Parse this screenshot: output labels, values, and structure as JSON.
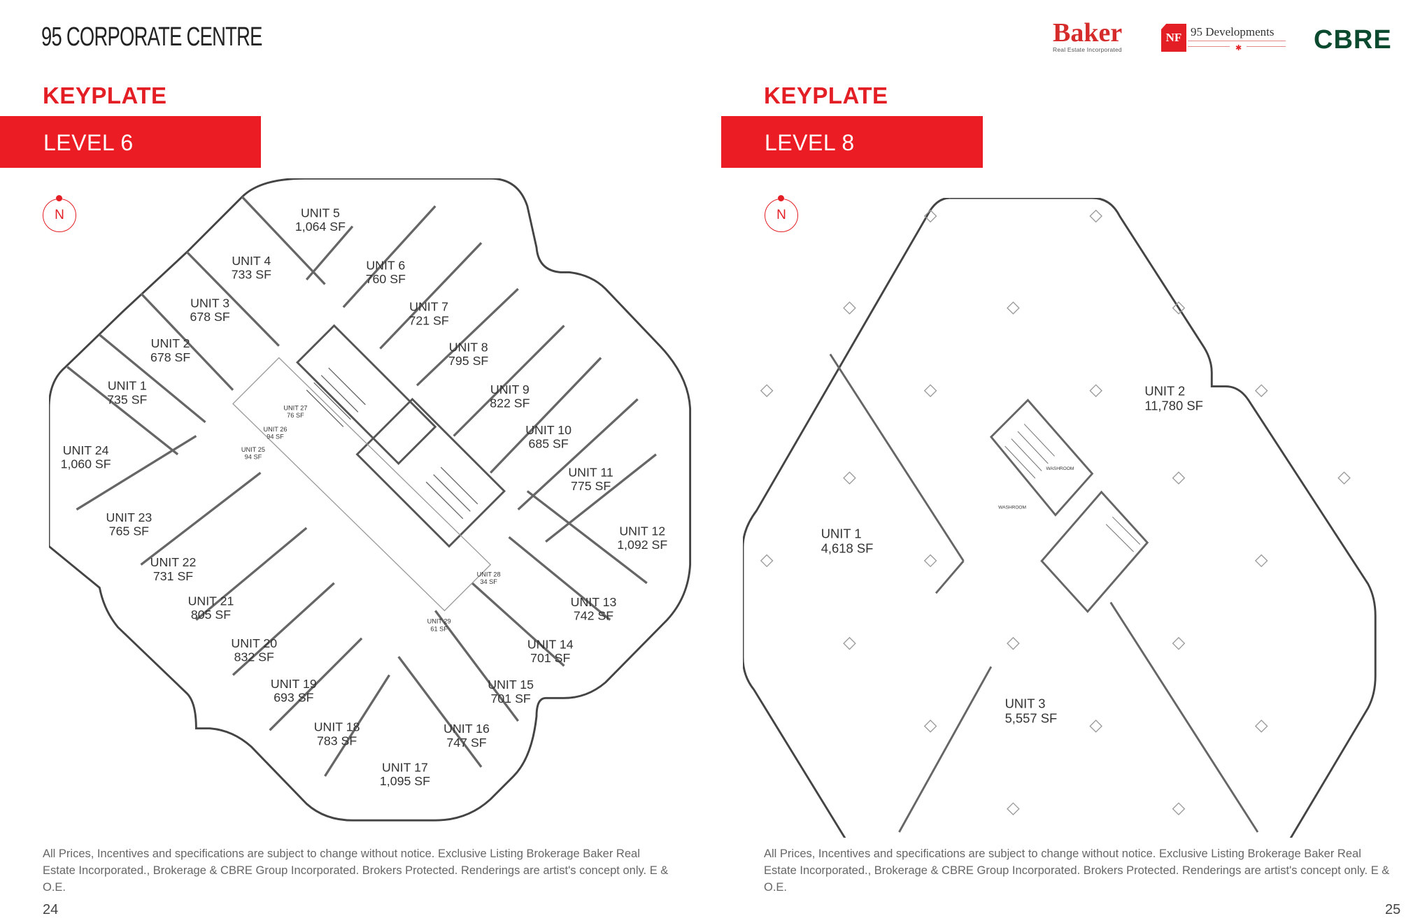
{
  "header": {
    "document_title": "95 CORPORATE CENTRE",
    "logos": {
      "baker": {
        "name": "Baker",
        "subtitle": "Real Estate Incorporated"
      },
      "nf": {
        "mark": "NF",
        "name": "95 Developments"
      },
      "cbre": {
        "name": "CBRE"
      }
    }
  },
  "colors": {
    "accent": "#ec1c24",
    "cbre_green": "#0b4a2e",
    "text": "#222222",
    "footer_text": "#666666"
  },
  "pages": [
    {
      "section_label": "KEYPLATE",
      "level_label": "LEVEL 6",
      "compass_label": "N",
      "units": [
        {
          "name": "UNIT 1",
          "area": "735 SF"
        },
        {
          "name": "UNIT 2",
          "area": "678 SF"
        },
        {
          "name": "UNIT 3",
          "area": "678 SF"
        },
        {
          "name": "UNIT 4",
          "area": "733 SF"
        },
        {
          "name": "UNIT 5",
          "area": "1,064 SF"
        },
        {
          "name": "UNIT 6",
          "area": "760 SF"
        },
        {
          "name": "UNIT 7",
          "area": "721 SF"
        },
        {
          "name": "UNIT 8",
          "area": "795 SF"
        },
        {
          "name": "UNIT 9",
          "area": "822 SF"
        },
        {
          "name": "UNIT 10",
          "area": "685 SF"
        },
        {
          "name": "UNIT 11",
          "area": "775 SF"
        },
        {
          "name": "UNIT 12",
          "area": "1,092 SF"
        },
        {
          "name": "UNIT 13",
          "area": "742 SF"
        },
        {
          "name": "UNIT 14",
          "area": "701 SF"
        },
        {
          "name": "UNIT 15",
          "area": "701 SF"
        },
        {
          "name": "UNIT 16",
          "area": "747 SF"
        },
        {
          "name": "UNIT 17",
          "area": "1,095 SF"
        },
        {
          "name": "UNIT 18",
          "area": "783 SF"
        },
        {
          "name": "UNIT 19",
          "area": "693 SF"
        },
        {
          "name": "UNIT 20",
          "area": "832 SF"
        },
        {
          "name": "UNIT 21",
          "area": "805 SF"
        },
        {
          "name": "UNIT 22",
          "area": "731 SF"
        },
        {
          "name": "UNIT 23",
          "area": "765 SF"
        },
        {
          "name": "UNIT 24",
          "area": "1,060 SF"
        },
        {
          "name": "UNIT 25",
          "area": "94 SF"
        },
        {
          "name": "UNIT 26",
          "area": "94 SF"
        },
        {
          "name": "UNIT 27",
          "area": "76 SF"
        },
        {
          "name": "UNIT 28",
          "area": "34 SF"
        },
        {
          "name": "UNIT 29",
          "area": "61 SF"
        }
      ],
      "disclaimer": "All Prices, Incentives and specifications are subject to change without notice. Exclusive Listing Brokerage Baker Real Estate Incorporated., Brokerage & CBRE Group Incorporated. Brokers Protected. Renderings are artist's concept only. E & O.E.",
      "page_number": "24"
    },
    {
      "section_label": "KEYPLATE",
      "level_label": "LEVEL 8",
      "compass_label": "N",
      "units": [
        {
          "name": "UNIT 1",
          "area": "4,618 SF"
        },
        {
          "name": "UNIT 2",
          "area": "11,780 SF"
        },
        {
          "name": "UNIT 3",
          "area": "5,557 SF"
        }
      ],
      "room_labels": [
        "WASHROOM",
        "WASHROOM"
      ],
      "disclaimer": "All Prices, Incentives and specifications are subject to change without notice. Exclusive Listing Brokerage Baker Real Estate Incorporated., Brokerage & CBRE Group Incorporated. Brokers Protected. Renderings are artist's concept only. E & O.E.",
      "page_number": "25"
    }
  ]
}
